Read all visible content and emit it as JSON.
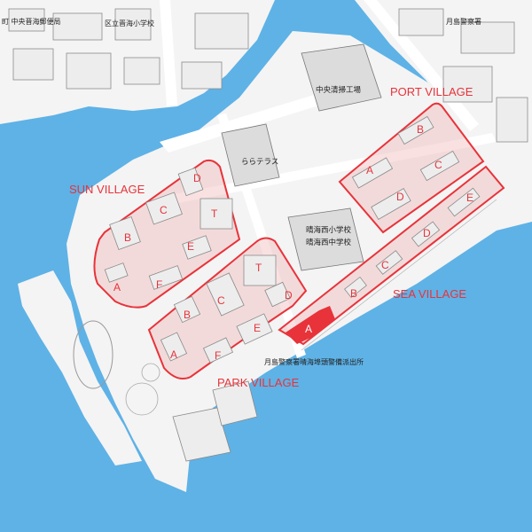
{
  "labels": {
    "top_left_station": "町 中央晋海郵便局",
    "top_school": "区立晋海小学校",
    "top_right_police": "月島警察署",
    "cleaning_plant": "中央清掃工場",
    "lala_terrace": "ららテラス",
    "school_elem": "晴海西小学校",
    "school_middle": "晴海西中学校",
    "police_box": "月島警察署晴海埠頭警備派出所"
  },
  "villages": {
    "sun": "SUN VILLAGE",
    "port": "PORT VILLAGE",
    "sea": "SEA VILLAGE",
    "park": "PARK VILLAGE"
  },
  "blocks": {
    "sun": [
      "A",
      "B",
      "C",
      "D",
      "E",
      "F",
      "T"
    ],
    "park": [
      "A",
      "B",
      "C",
      "D",
      "E",
      "F",
      "T"
    ],
    "port": [
      "A",
      "B",
      "C",
      "D"
    ],
    "sea": [
      "A",
      "B",
      "C",
      "D",
      "E"
    ]
  },
  "colors": {
    "water": "#5eb2e6",
    "land": "#f4f4f4",
    "accent": "#e8333a"
  }
}
